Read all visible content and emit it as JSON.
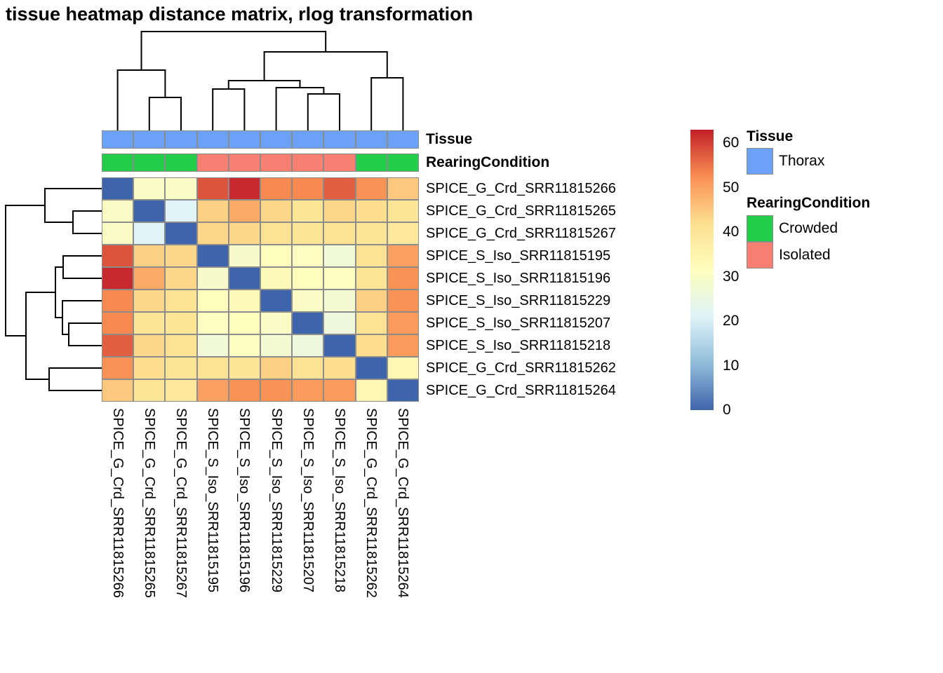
{
  "title": "tissue heatmap distance matrix, rlog transformation",
  "annotation_titles": {
    "tissue": "Tissue",
    "rearing": "RearingCondition"
  },
  "legend": {
    "tissue_title": "Tissue",
    "tissue_items": [
      {
        "label": "Thorax",
        "color": "#6BA1F7"
      }
    ],
    "rearing_title": "RearingCondition",
    "rearing_items": [
      {
        "label": "Crowded",
        "color": "#22CE4A"
      },
      {
        "label": "Isolated",
        "color": "#F97F72"
      }
    ]
  },
  "chart_data": {
    "type": "heatmap",
    "title": "tissue heatmap distance matrix, rlog transformation",
    "labels": [
      "SPICE_G_Crd_SRR11815266",
      "SPICE_G_Crd_SRR11815265",
      "SPICE_G_Crd_SRR11815267",
      "SPICE_S_Iso_SRR11815195",
      "SPICE_S_Iso_SRR11815196",
      "SPICE_S_Iso_SRR11815229",
      "SPICE_S_Iso_SRR11815207",
      "SPICE_S_Iso_SRR11815218",
      "SPICE_G_Crd_SRR11815262",
      "SPICE_G_Crd_SRR11815264"
    ],
    "matrix": [
      [
        0,
        30,
        30,
        58,
        62,
        53,
        53,
        57,
        52,
        45
      ],
      [
        30,
        0,
        21,
        44,
        49,
        43,
        40,
        43,
        42,
        40
      ],
      [
        30,
        21,
        0,
        43,
        43,
        41,
        40,
        41,
        40,
        39
      ],
      [
        58,
        44,
        43,
        0,
        29,
        32,
        31,
        27,
        41,
        50
      ],
      [
        62,
        49,
        43,
        29,
        0,
        33,
        32,
        31,
        40,
        52
      ],
      [
        53,
        43,
        41,
        32,
        33,
        0,
        30,
        28,
        44,
        52
      ],
      [
        53,
        40,
        40,
        31,
        32,
        30,
        0,
        26,
        41,
        51
      ],
      [
        57,
        43,
        41,
        27,
        31,
        28,
        26,
        0,
        42,
        51
      ],
      [
        52,
        42,
        40,
        41,
        40,
        44,
        41,
        42,
        0,
        34
      ],
      [
        45,
        40,
        39,
        50,
        52,
        52,
        51,
        51,
        34,
        0
      ]
    ],
    "scale": {
      "domain": [
        0,
        63
      ],
      "anchors": [
        "#3E65AB",
        "#8FBDDA",
        "#E0F3F8",
        "#FEFEBE",
        "#FDDF8F",
        "#F98E52",
        "#C22028"
      ],
      "ticks": [
        0,
        10,
        20,
        30,
        40,
        50,
        60
      ]
    },
    "column_annotations": {
      "Tissue": [
        "Thorax",
        "Thorax",
        "Thorax",
        "Thorax",
        "Thorax",
        "Thorax",
        "Thorax",
        "Thorax",
        "Thorax",
        "Thorax"
      ],
      "RearingCondition": [
        "Crowded",
        "Crowded",
        "Crowded",
        "Isolated",
        "Isolated",
        "Isolated",
        "Isolated",
        "Isolated",
        "Crowded",
        "Crowded"
      ]
    },
    "annotation_colors": {
      "Thorax": "#6BA1F7",
      "Crowded": "#22CE4A",
      "Isolated": "#F97F72"
    },
    "grid_color": "#8C8C8C",
    "col_dendrogram": {
      "h": 141,
      "c": [
        {
          "h": 86,
          "c": [
            0,
            {
              "h": 47,
              "c": [
                1,
                2
              ]
            }
          ]
        },
        {
          "h": 112,
          "c": [
            {
              "h": 71,
              "c": [
                {
                  "h": 59,
                  "c": [
                    3,
                    4
                  ]
                },
                {
                  "h": 61,
                  "c": [
                    5,
                    {
                      "h": 52,
                      "c": [
                        6,
                        7
                      ]
                    }
                  ]
                }
              ]
            },
            {
              "h": 75,
              "c": [
                8,
                9
              ]
            }
          ]
        }
      ]
    },
    "row_dendrogram": {
      "h": 137,
      "c": [
        {
          "h": 81,
          "c": [
            0,
            {
              "h": 41,
              "c": [
                1,
                2
              ]
            }
          ]
        },
        {
          "h": 108,
          "c": [
            {
              "h": 66,
              "c": [
                {
                  "h": 55,
                  "c": [
                    3,
                    4
                  ]
                },
                {
                  "h": 56,
                  "c": [
                    5,
                    {
                      "h": 47,
                      "c": [
                        6,
                        7
                      ]
                    }
                  ]
                }
              ]
            },
            {
              "h": 75,
              "c": [
                8,
                9
              ]
            }
          ]
        }
      ]
    }
  }
}
